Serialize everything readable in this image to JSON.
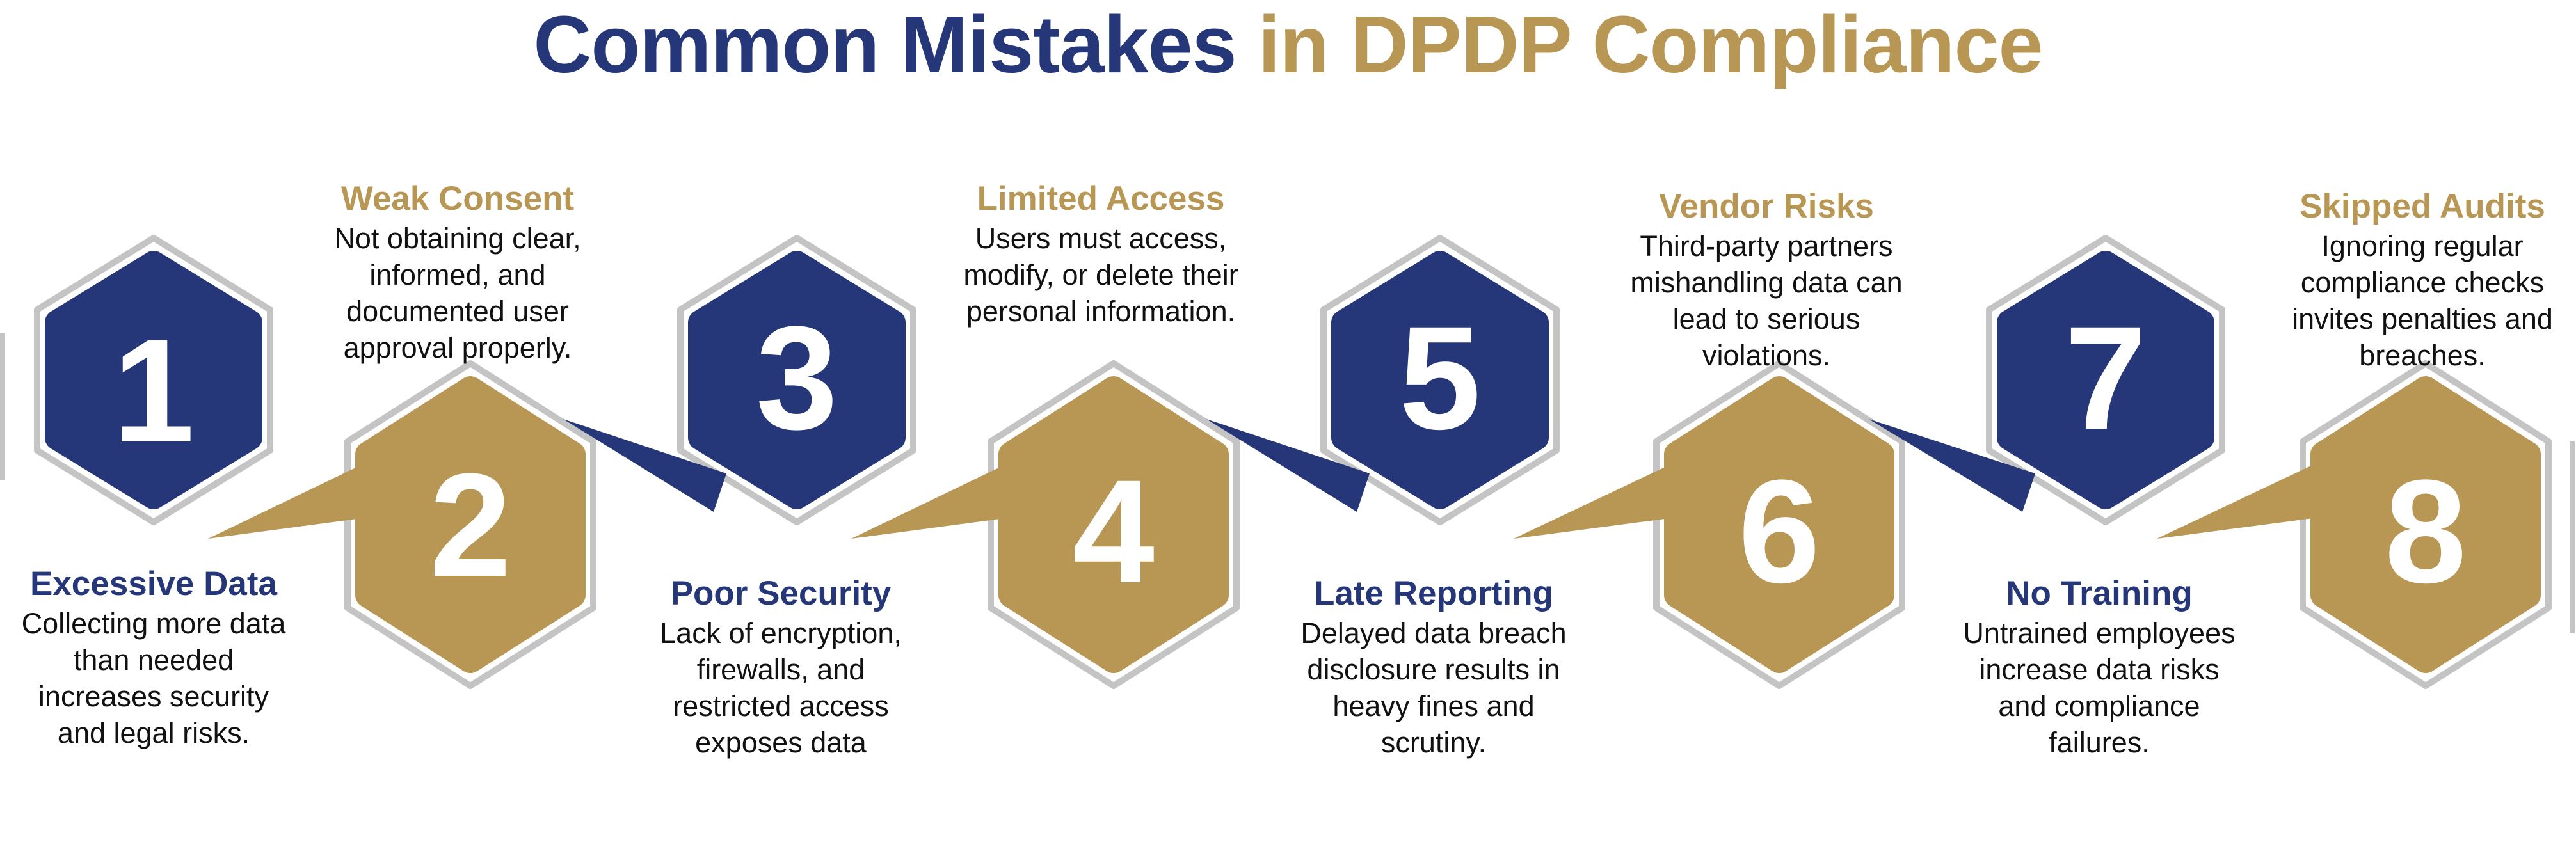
{
  "title": {
    "part1": "Common Mistakes",
    "part2": "in DPDP",
    "part3": "Compliance"
  },
  "colors": {
    "navy": "#253779",
    "gold": "#b89755",
    "outline": "#c4c4c4"
  },
  "steps": [
    {
      "number": "1",
      "title": "Excessive Data",
      "color": "navy",
      "description": "Collecting more data than needed increases security and legal risks."
    },
    {
      "number": "2",
      "title": "Weak Consent",
      "color": "gold",
      "description": "Not obtaining clear, informed, and documented user approval properly."
    },
    {
      "number": "3",
      "title": "Poor Security",
      "color": "navy",
      "description": "Lack of encryption, firewalls, and restricted access exposes data"
    },
    {
      "number": "4",
      "title": "Limited Access",
      "color": "gold",
      "description": "Users must access, modify, or delete their personal information."
    },
    {
      "number": "5",
      "title": "Late Reporting",
      "color": "navy",
      "description": "Delayed data breach disclosure results in heavy fines and scrutiny."
    },
    {
      "number": "6",
      "title": "Vendor Risks",
      "color": "gold",
      "description": "Third-party partners mishandling data can lead to serious violations."
    },
    {
      "number": "7",
      "title": "No Training",
      "color": "navy",
      "description": "Untrained employees increase data risks and compliance failures."
    },
    {
      "number": "8",
      "title": "Skipped Audits",
      "color": "gold",
      "description": "Ignoring regular compliance checks invites penalties and breaches."
    }
  ]
}
